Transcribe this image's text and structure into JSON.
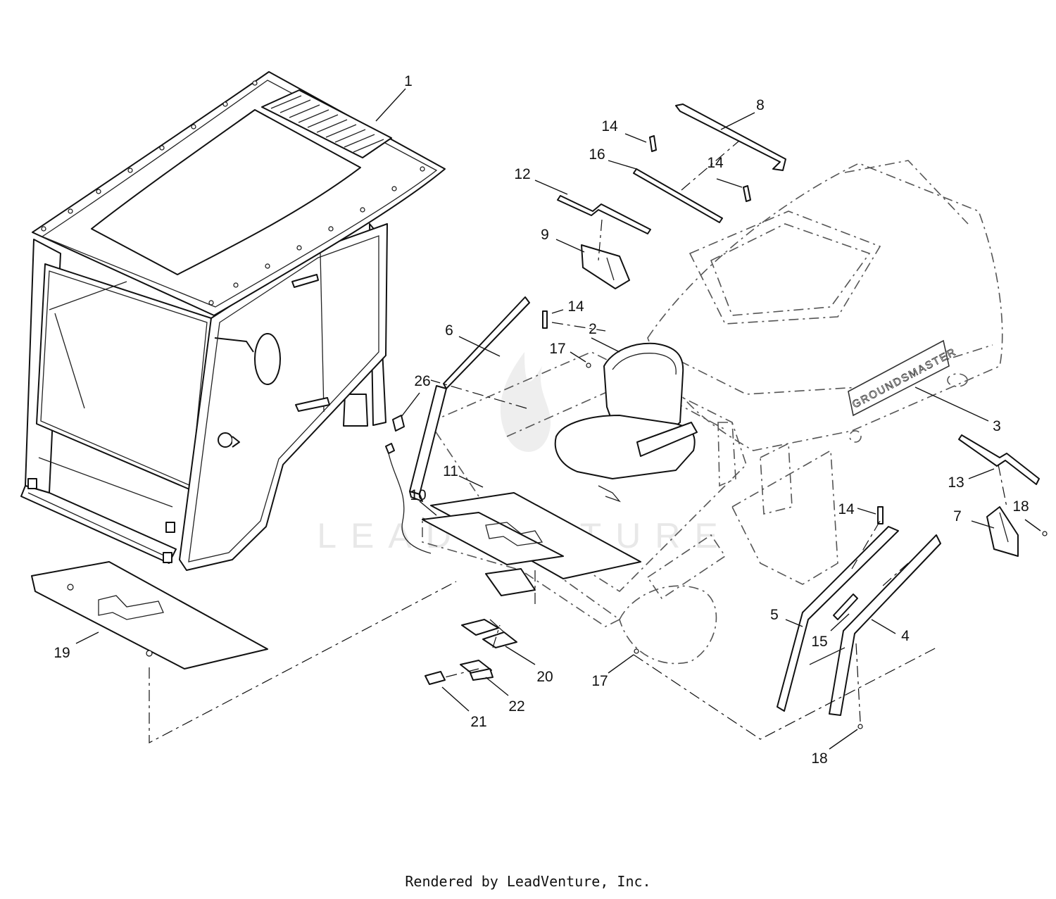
{
  "watermark": {
    "text": "LEADVENTURE"
  },
  "brand_plate": {
    "text": "GROUNDSMASTER"
  },
  "callouts": [
    "1",
    "2",
    "3",
    "4",
    "5",
    "6",
    "7",
    "8",
    "9",
    "10",
    "11",
    "12",
    "13",
    "14",
    "14",
    "14",
    "14",
    "15",
    "16",
    "17",
    "17",
    "18",
    "18",
    "19",
    "20",
    "21",
    "22",
    "26"
  ],
  "footer": {
    "credit": "Rendered by LeadVenture, Inc."
  }
}
